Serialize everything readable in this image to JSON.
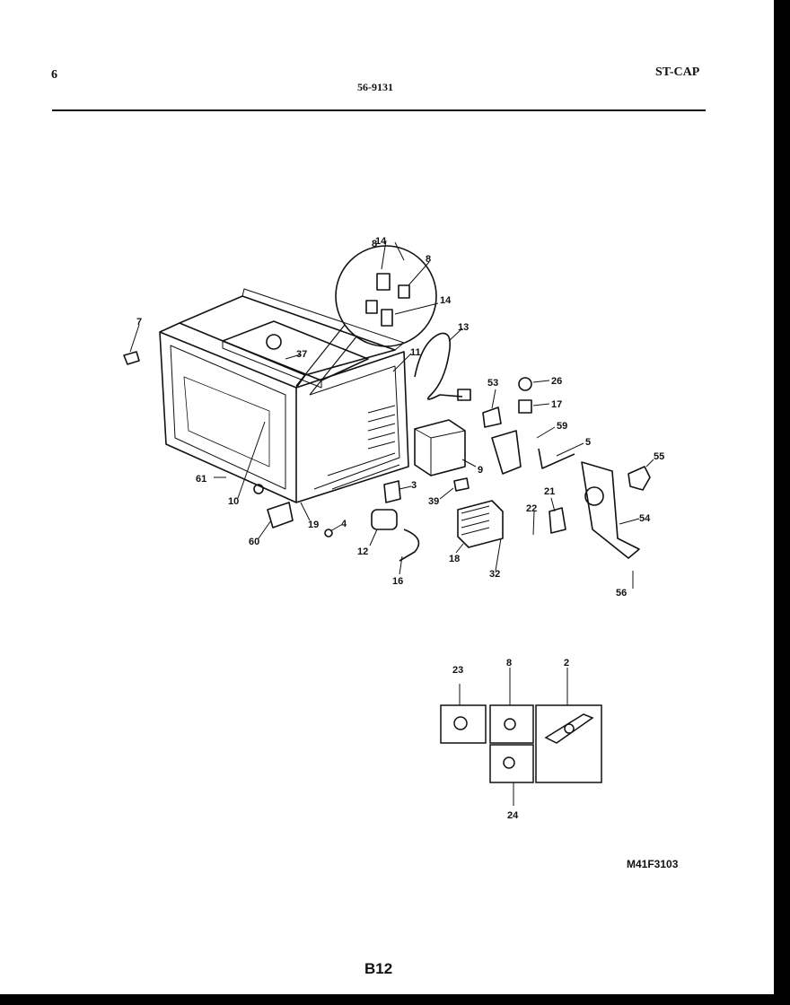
{
  "header": {
    "page_number": "6",
    "model_number": "56-9131",
    "section_code": "ST-CAP"
  },
  "diagram": {
    "callouts": [
      "14",
      "8",
      "8",
      "14",
      "7",
      "37",
      "13",
      "11",
      "53",
      "26",
      "17",
      "59",
      "5",
      "9",
      "55",
      "61",
      "10",
      "3",
      "39",
      "21",
      "22",
      "54",
      "60",
      "19",
      "4",
      "12",
      "18",
      "32",
      "16",
      "56",
      "23",
      "8",
      "2",
      "24"
    ],
    "drawing_code": "M41F3103"
  },
  "footer": {
    "page_id": "B12"
  }
}
